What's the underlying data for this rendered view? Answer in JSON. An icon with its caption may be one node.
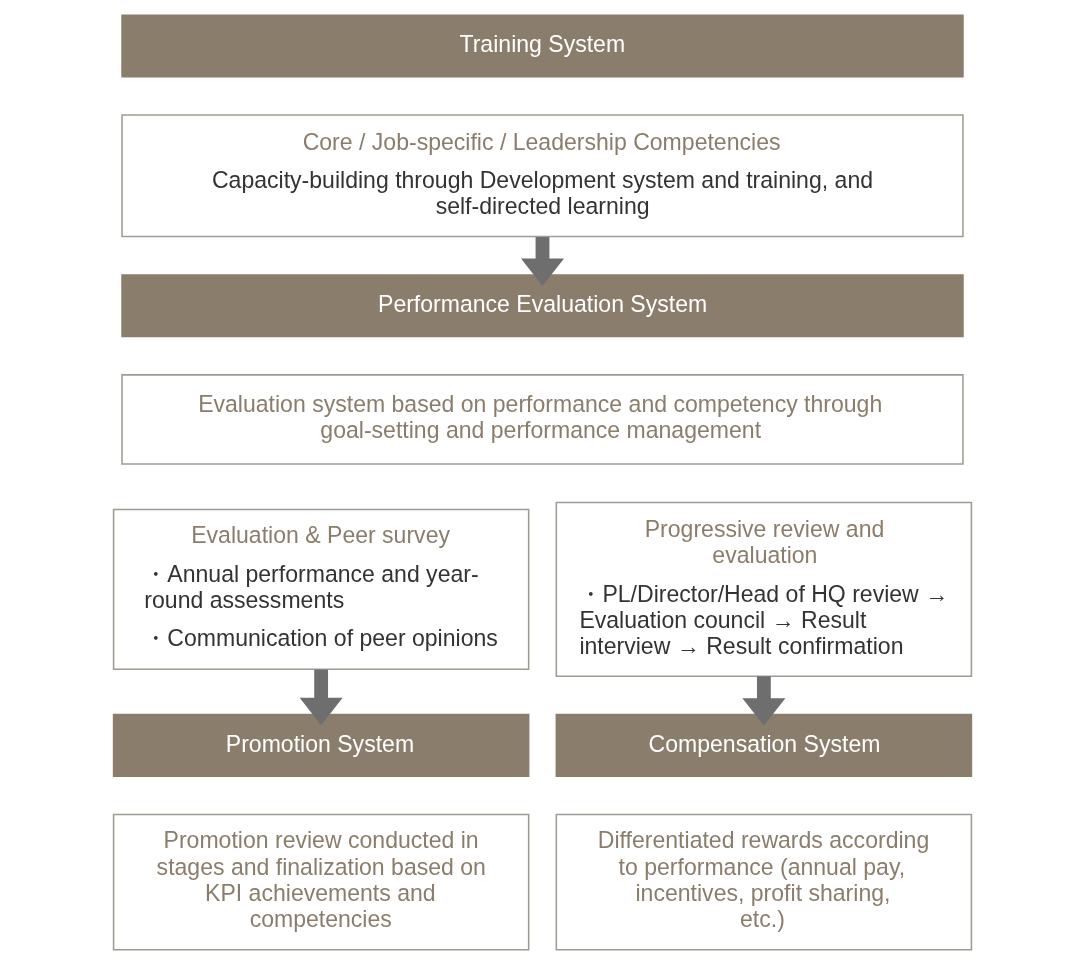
{
  "diagram": {
    "nodes": [
      {
        "text": [
          "Training System"
        ]
      },
      {
        "text": [
          "Core / Job-specific / Leadership Competencies",
          "Capacity-building through Development system and training, and self-directed learning"
        ]
      },
      {
        "text": [
          "Performance Evaluation System"
        ]
      },
      {
        "text": [
          "Evaluation system based on performance and competency through goal-setting and performance management"
        ]
      },
      {
        "text": [
          "Evaluation & Peer survey",
          "・Annual performance and year-round assessments",
          "・Communication of peer opinions"
        ]
      },
      {
        "text": [
          "Progressive review and evaluation",
          "・PL/Director/Head of HQ review → Evaluation council → Result interview → Result confirmation"
        ]
      },
      {
        "text": [
          "Promotion System"
        ]
      },
      {
        "text": [
          "Compensation System"
        ]
      },
      {
        "text": [
          "Promotion review conducted in stages and finalization based on KPI achievements and competencies"
        ]
      },
      {
        "text": [
          "Differentiated rewards according to performance (annual pay, incentives, profit sharing, etc.)"
        ]
      }
    ],
    "edges": [
      {
        "from": 1,
        "to": 2,
        "arrow": "to"
      },
      {
        "from": 4,
        "to": 6,
        "arrow": "to"
      },
      {
        "from": 5,
        "to": 7,
        "arrow": "to"
      }
    ]
  }
}
